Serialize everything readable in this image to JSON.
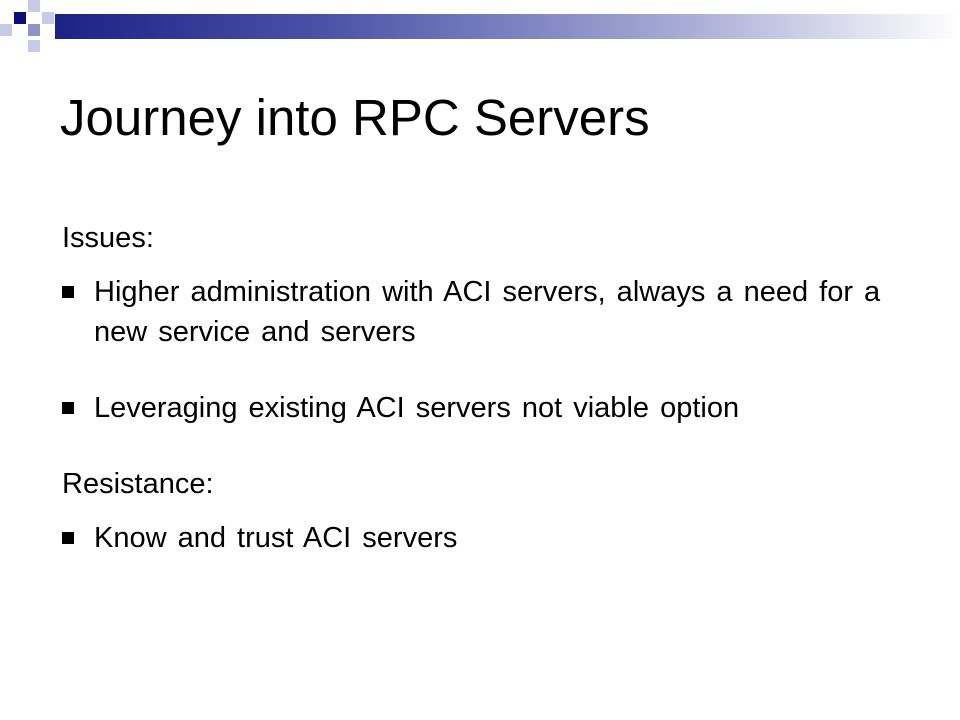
{
  "slide": {
    "title": "Journey into RPC Servers",
    "sections": [
      {
        "label": "Issues:",
        "bullets": [
          "Higher administration with ACI servers, always a need for a new service and servers",
          "Leveraging existing ACI servers not viable option"
        ]
      },
      {
        "label": "Resistance:",
        "bullets": [
          "Know and trust ACI servers"
        ]
      }
    ]
  },
  "colors": {
    "accent_dark": "#0e0e78",
    "accent_light": "#c8cbe8",
    "text": "#000000",
    "background": "#ffffff"
  },
  "icons": {
    "bullet": "square-bullet-icon"
  }
}
